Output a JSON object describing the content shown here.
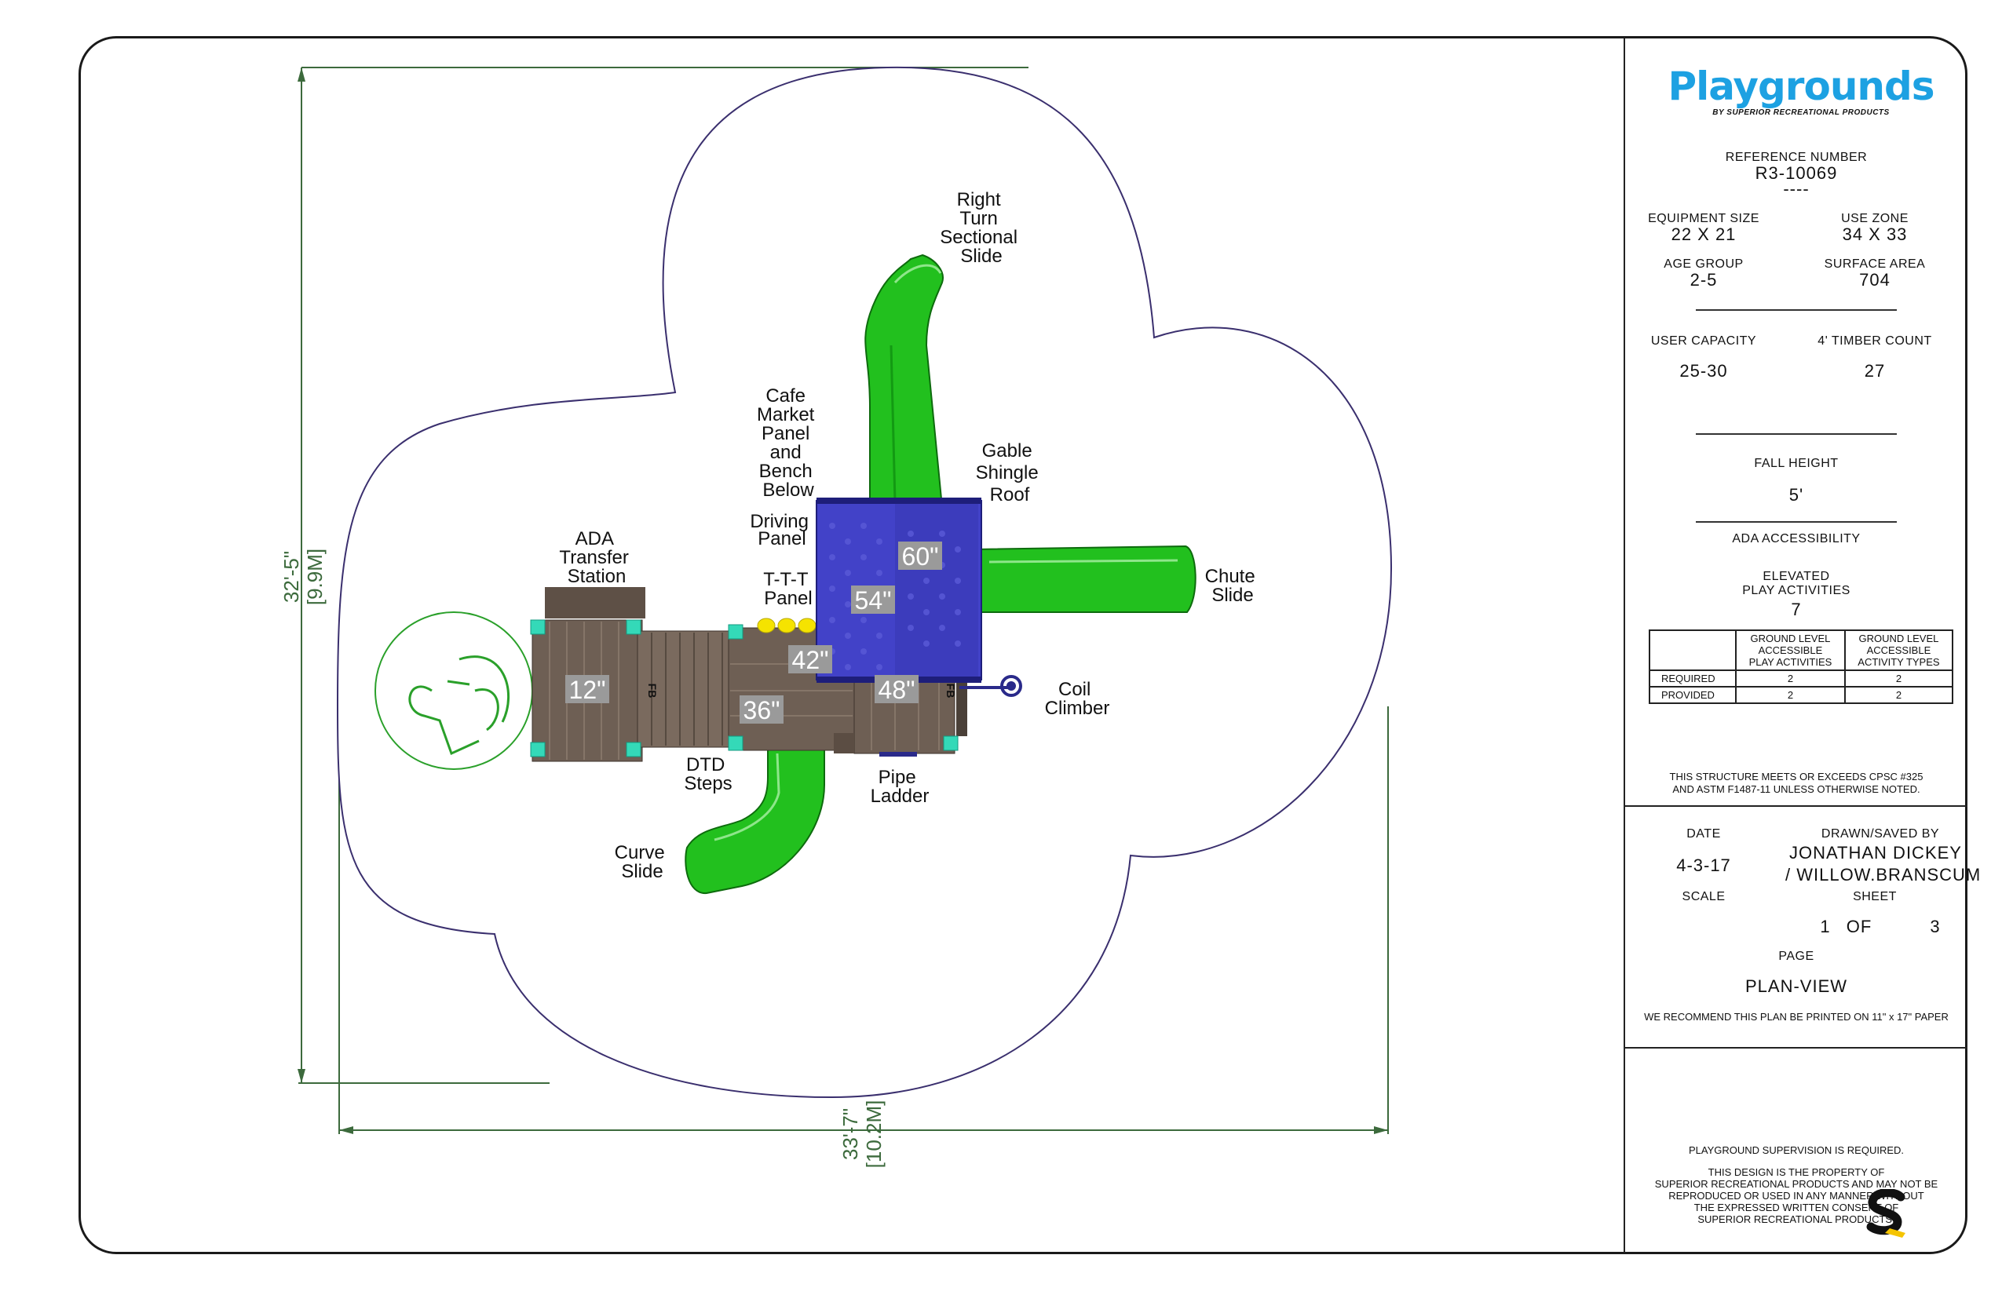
{
  "plan": {
    "labels": {
      "right_turn_slide": [
        "Right",
        "Turn",
        "Sectional",
        "Slide"
      ],
      "cafe_market_panel": [
        "Cafe",
        "Market",
        "Panel",
        "and",
        "Bench",
        "Below"
      ],
      "gable_roof": [
        "Gable",
        "Shingle",
        "Roof"
      ],
      "driving_panel": [
        "Driving",
        "Panel"
      ],
      "ada_transfer": [
        "ADA",
        "Transfer",
        "Station"
      ],
      "ttt_panel": [
        "T-T-T",
        "Panel"
      ],
      "chute_slide": [
        "Chute",
        "Slide"
      ],
      "coil_climber": [
        "Coil",
        "Climber"
      ],
      "dtd_steps": [
        "DTD",
        "Steps"
      ],
      "pipe_ladder": [
        "Pipe",
        "Ladder"
      ],
      "curve_slide": [
        "Curve",
        "Slide"
      ]
    },
    "deck_heights": {
      "h60": "60\"",
      "h54": "54\"",
      "h42": "42\"",
      "h48": "48\"",
      "h36": "36\"",
      "h12": "12\""
    },
    "panel_marks": {
      "fb_left": "FB",
      "fb_right": "FB"
    },
    "dimensions": {
      "vertical": "32'-5\"",
      "vertical_metric": "[9.9M]",
      "horizontal": "33'-7\"",
      "horizontal_metric": "[10.2M]"
    },
    "colors": {
      "slide_green": "#22c01e",
      "roof_blue": "#4242c8",
      "deck_brown": "#6e5f54",
      "post_teal": "#34d9b8",
      "dimension_green": "#3c6a3c"
    }
  },
  "title_block": {
    "logo": {
      "main": "Playgrounds",
      "sub": "BY SUPERIOR RECREATIONAL PRODUCTS"
    },
    "reference_label": "REFERENCE NUMBER",
    "reference_number": "R3-10069",
    "reference_suffix": "----",
    "equipment_size_label": "EQUIPMENT SIZE",
    "equipment_size": "22  X  21",
    "use_zone_label": "USE ZONE",
    "use_zone": "34  X  33",
    "age_group_label": "AGE GROUP",
    "age_group": "2-5",
    "surface_area_label": "SURFACE AREA",
    "surface_area": "704",
    "user_capacity_label": "USER CAPACITY",
    "user_capacity": "25-30",
    "timber_count_label": "4' TIMBER COUNT",
    "timber_count": "27",
    "fall_height_label": "FALL HEIGHT",
    "fall_height": "5'",
    "ada_label": "ADA ACCESSIBILITY",
    "elevated_label_1": "ELEVATED",
    "elevated_label_2": "PLAY ACTIVITIES",
    "elevated_count": "7",
    "accessibility_table": {
      "headers": [
        [
          "GROUND LEVEL",
          "ACCESSIBLE",
          "PLAY ACTIVITIES"
        ],
        [
          "GROUND LEVEL",
          "ACCESSIBLE",
          "ACTIVITY TYPES"
        ]
      ],
      "rows": [
        {
          "label": "REQUIRED",
          "values": [
            "2",
            "2"
          ]
        },
        {
          "label": "PROVIDED",
          "values": [
            "2",
            "2"
          ]
        }
      ]
    },
    "compliance_note_1": "THIS STRUCTURE MEETS OR EXCEEDS CPSC #325",
    "compliance_note_2": "AND ASTM F1487-11 UNLESS OTHERWISE NOTED.",
    "date_label": "DATE",
    "date": "4-3-17",
    "drawn_label": "DRAWN/SAVED BY",
    "drawn_by_1": "JONATHAN DICKEY",
    "drawn_by_2": "/ WILLOW.BRANSCUM",
    "scale_label": "SCALE",
    "sheet_label": "SHEET",
    "sheet_number": "1",
    "sheet_of": "OF",
    "sheet_total": "3",
    "page_label": "PAGE",
    "page_name": "PLAN-VIEW",
    "print_note": "WE RECOMMEND THIS PLAN BE PRINTED ON 11\" x 17\" PAPER",
    "supervision_note": "PLAYGROUND SUPERVISION IS REQUIRED.",
    "property_note": [
      "THIS DESIGN IS THE PROPERTY OF",
      "SUPERIOR RECREATIONAL PRODUCTS AND MAY NOT BE",
      "REPRODUCED OR USED IN ANY MANNER WITHOUT",
      "THE EXPRESSED WRITTEN CONSENT OF",
      "SUPERIOR RECREATIONAL PRODUCTS."
    ]
  }
}
